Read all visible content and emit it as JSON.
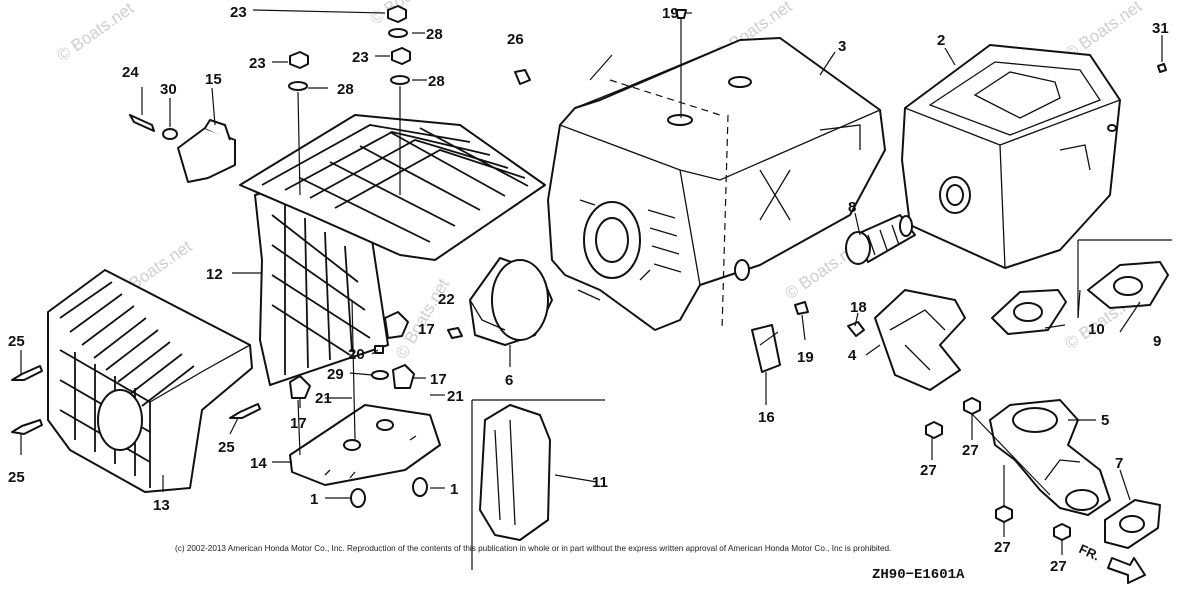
{
  "diagram": {
    "code": "ZH90−E1601A",
    "copyright": "(c) 2002-2013 American Honda Motor Co., Inc. Reproduction of the contents of this publication in whole or in part without the express written approval of American Honda Motor Co., Inc is prohibited.",
    "front_label": "FR.",
    "watermark": "© Boats.net",
    "callouts": {
      "c1a": "1",
      "c1b": "1",
      "c2": "2",
      "c3": "3",
      "c4": "4",
      "c5": "5",
      "c6": "6",
      "c7": "7",
      "c8": "8",
      "c9": "9",
      "c10": "10",
      "c11": "11",
      "c12": "12",
      "c13": "13",
      "c14": "14",
      "c15": "15",
      "c16": "16",
      "c17a": "17",
      "c17b": "17",
      "c17c": "17",
      "c18": "18",
      "c19a": "19",
      "c19b": "19",
      "c20": "20",
      "c21a": "21",
      "c21b": "21",
      "c22": "22",
      "c23a": "23",
      "c23b": "23",
      "c23c": "23",
      "c24": "24",
      "c25a": "25",
      "c25b": "25",
      "c25c": "25",
      "c26": "26",
      "c27a": "27",
      "c27b": "27",
      "c27c": "27",
      "c27d": "27",
      "c28a": "28",
      "c28b": "28",
      "c28c": "28",
      "c29": "29",
      "c30": "30",
      "c31": "31"
    }
  }
}
